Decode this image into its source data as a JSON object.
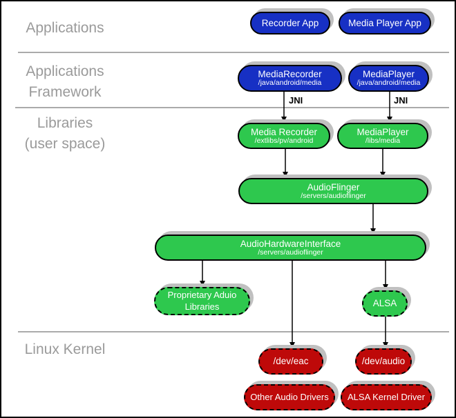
{
  "colors": {
    "blue": "#1730C4",
    "green": "#2EC84E",
    "red": "#BE0909",
    "shadow": "#C0C0C0",
    "label": "#9A9A9A",
    "divider": "#AAAAAA"
  },
  "sections": {
    "applications": {
      "label": "Applications"
    },
    "framework": {
      "line1": "Applications",
      "line2": "Framework"
    },
    "libraries": {
      "line1": "Libraries",
      "line2": "(user space)"
    },
    "kernel": {
      "label": "Linux Kernel"
    }
  },
  "edges": {
    "jni_label": "JNI"
  },
  "nodes": {
    "recorder_app": {
      "title": "Recorder App"
    },
    "media_player_app": {
      "title": "Media Player App"
    },
    "media_recorder_framework": {
      "title": "MediaRecorder",
      "path": "/java/android/media"
    },
    "media_player_framework": {
      "title": "MediaPlayer",
      "path": "/java/android/media"
    },
    "media_recorder_lib": {
      "title": "Media Recorder",
      "path": "/extlibs/pv/android"
    },
    "media_player_lib": {
      "title": "MediaPlayer",
      "path": "/libs/media"
    },
    "audio_flinger": {
      "title": "AudioFlinger",
      "path": "/servers/audioflinger"
    },
    "audio_hardware_interface": {
      "title": "AudioHardwareInterface",
      "path": "/servers/audioflinger"
    },
    "proprietary_audio_libraries": {
      "title": "Proprietary Aduio Libraries"
    },
    "alsa": {
      "title": "ALSA"
    },
    "dev_eac": {
      "title": "/dev/eac"
    },
    "dev_audio": {
      "title": "/dev/audio"
    },
    "other_audio_drivers": {
      "title": "Other Audio Drivers"
    },
    "alsa_kernel_driver": {
      "title": "ALSA Kernel Driver"
    }
  }
}
